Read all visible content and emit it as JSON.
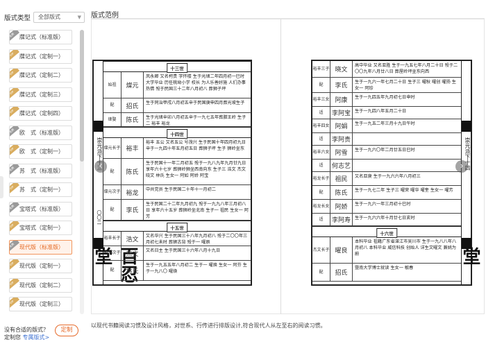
{
  "sidebar": {
    "filter_label": "版式类型",
    "filter_value": "全部版式",
    "styles": [
      {
        "label": "牒记式（标准版）",
        "tag": "免费",
        "active": false
      },
      {
        "label": "牒记式（定制一）",
        "tag": "VIP",
        "active": false
      },
      {
        "label": "牒记式（定制二）",
        "tag": "VIP",
        "active": false
      },
      {
        "label": "牒记式（定制三）",
        "tag": "VIP",
        "active": false
      },
      {
        "label": "牒记式（定制四）",
        "tag": "VIP",
        "active": false
      },
      {
        "label": "欧　式（标准版）",
        "tag": "免费",
        "active": false
      },
      {
        "label": "欧　式（定制一）",
        "tag": "VIP",
        "active": false
      },
      {
        "label": "苏　式（标准版）",
        "tag": "免费",
        "active": false
      },
      {
        "label": "苏　式（定制一）",
        "tag": "VIP",
        "active": false
      },
      {
        "label": "宝塔式（标准版）",
        "tag": "免费",
        "active": false
      },
      {
        "label": "宝塔式（定制一）",
        "tag": "VIP",
        "active": false
      },
      {
        "label": "现代版（标准版）",
        "tag": "免费",
        "active": true
      },
      {
        "label": "现代版（定制一）",
        "tag": "VIP",
        "active": false
      },
      {
        "label": "现代版（定制二）",
        "tag": "VIP",
        "active": false
      },
      {
        "label": "现代版（定制三）",
        "tag": "VIP",
        "active": false
      }
    ],
    "no_fit_text": "没有合适的版式？",
    "custom_prefix": "定制您",
    "custom_link": "专属版式>",
    "custom_button": "定制"
  },
  "main": {
    "title": "版式范例",
    "caption": "以现代书籍阅读习惯及设计风格，对世系、行传进行排版设计,符合现代人从左至右的阅读习惯。"
  },
  "left_page": {
    "strip_text": "崇元派下十三",
    "strip_bottom": "〇〇二",
    "hall_name": "百忍堂",
    "gen_13": "十三世",
    "gen_14": "十四世",
    "gen_15": "十五世",
    "rows": [
      {
        "rel": "始祖",
        "name": "燦元",
        "desc": "凤永卿 又名柯贵 字怀楼 生于光绪二年四月初一巳时 大学毕业 历任桃坳小学 校长 为人乐善好施 人们办事热情 殁于民国三十二年八月初八 葬狮子坪"
      },
      {
        "rel": "配",
        "name": "招氏",
        "desc": "生于同治甲戌八月初五辛于民国庚申四月葬光坡生子"
      },
      {
        "rel": "继娶",
        "name": "陈氏",
        "desc": "生于光绪辛卯八月初五辛于一九七五年葬腊王岭 生子二 裕丰 裕龙"
      },
      {
        "rel": "燦元长子",
        "name": "裕丰",
        "desc": "裕丰 五公 又名五公 号茂兴 生于民国十年四月初九日 辛于一九四十年五月初五日 葬狮子坪 生子 狮岭坐东"
      },
      {
        "rel": "配",
        "name": "陈氏",
        "desc": "生于民国十一年二月初五 殁于一九八九年九月廿九日 享年六十七岁 葬狮岭狮坐西南向东 生子三 浩文 杰文 晓文 林氏 生女一 阿如 阿娇 阿宝"
      },
      {
        "rel": "燦元次子",
        "name": "裕龙",
        "desc": "中共党员 生于民国二十年十一月初二"
      },
      {
        "rel": "配",
        "name": "李氏",
        "desc": "生于民国二十二年九月初九 殁于一九九八年三月初八日 享年六十五岁 葬狮岭坐北南 生子一 祖民 生女一 阿芳"
      },
      {
        "rel": "裕丰长子",
        "name": "浩文",
        "desc": "又名华兴 生于民国三十八年九月初八 殁于二〇〇年三月初七未时 葬狮古背 殁于一 曜辰"
      },
      {
        "rel": "裕丰次子",
        "name": "杰文",
        "desc": "又名日主 生于民国三十六年八月十九日"
      },
      {
        "rel": "配",
        "name": "林氏",
        "desc": "生于一九五五年八月初二 生于一 曜焕 生女一 阿芬 生于一九八〇 曜焕"
      }
    ]
  },
  "right_page": {
    "strip_text": "崇元派下十四",
    "hall_name": "百忍堂",
    "gen_16": "十六世",
    "rows": [
      {
        "rel": "裕丰三子",
        "name": "晓文",
        "desc": "高中毕业 又名亚胜 生于一九五七年八月二十日 殁于二〇〇九年八月廿八日 葬屋岭坪坐东向西"
      },
      {
        "rel": "配",
        "name": "李氏",
        "desc": "生于一九六一年七月二十日 生子三 曜秋 曜创 曜扬 生女一 阿珍"
      },
      {
        "rel": "裕丰三女",
        "name": "阿康",
        "desc": "生于一九四五年九月初七日申时"
      },
      {
        "rel": "适",
        "name": "李阿宝",
        "desc": "生于一九四八年五月二十日"
      },
      {
        "rel": "裕丰四女",
        "name": "阿娟",
        "desc": "生于一九五二年三月十九日午时"
      },
      {
        "rel": "适",
        "name": "李阿贵",
        "desc": ""
      },
      {
        "rel": "裕丰六女",
        "name": "阿雪",
        "desc": "生于一九六〇年二月廿五日巳时"
      },
      {
        "rel": "适",
        "name": "何志艺",
        "desc": ""
      },
      {
        "rel": "裕龙长子",
        "name": "祖民",
        "desc": "又名亚庚 生于一九六六年八月初三"
      },
      {
        "rel": "配",
        "name": "陈氏",
        "desc": "生于一九七二年 生子三 曜荣 曜华 曜奎 生女一 曜芳"
      },
      {
        "rel": "裕龙长女",
        "name": "阿娇",
        "desc": "生于一九六一年三月初十巳时"
      },
      {
        "rel": "适",
        "name": "李阿寿",
        "desc": "生于一九六六年十月廿七日亥时"
      },
      {
        "rel": "杰文长子",
        "name": "曜良",
        "desc": "本科毕业 祖籍广东省湛江市吴川市 生于一九八八年八月初八 本科毕业 威信科技 创始人 详生文曜文 兼姚为蔚"
      },
      {
        "rel": "配",
        "name": "招氏",
        "desc": "暨南大学博士就读 生女一 敏春"
      }
    ]
  }
}
